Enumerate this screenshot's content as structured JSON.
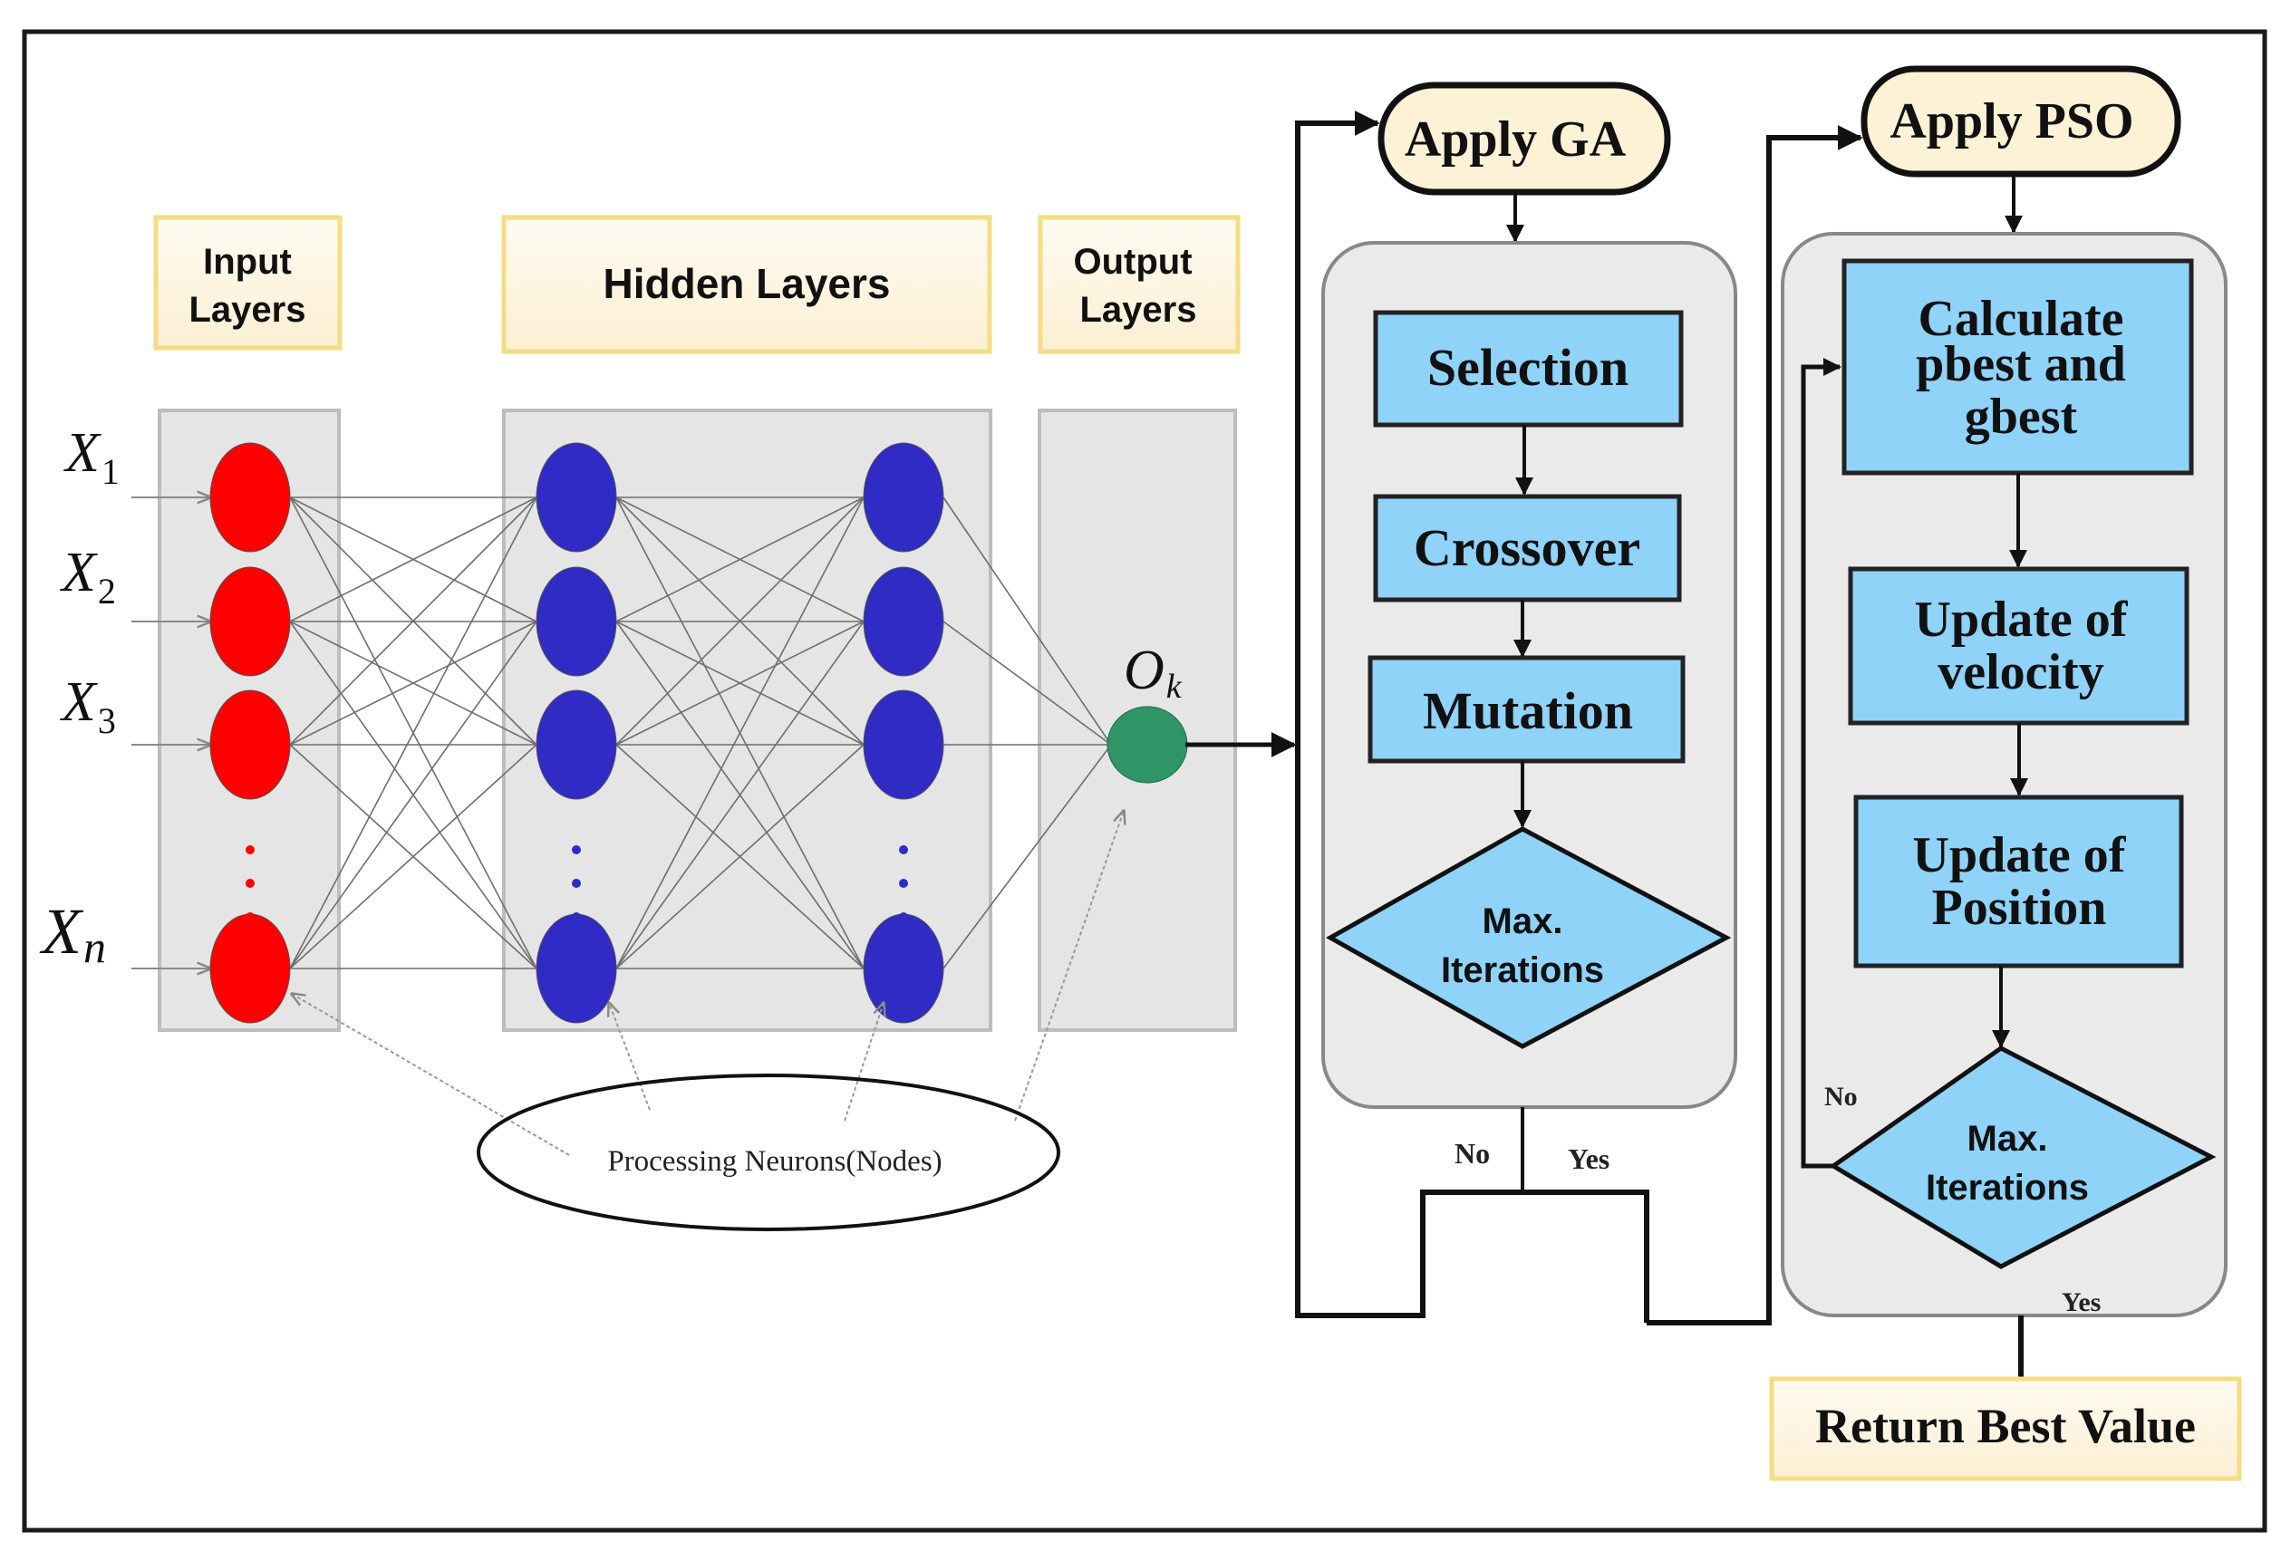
{
  "colors": {
    "frame": "#1a1a1a",
    "header_fill": "#fdf5e4",
    "header_border": "#f6dd85",
    "panel_fill": "#e5e5e5",
    "panel_border": "#bdbdbd",
    "input_neuron": "#fe0000",
    "hidden_neuron": "#2f2bc4",
    "output_neuron": "#2f9466",
    "process_fill": "#8fd3f9",
    "container_fill": "#eaeaea",
    "pill_fill": "#fdf1d6",
    "connector": "#7a7a7a",
    "flow_line": "#111111"
  },
  "neural_network": {
    "headers": {
      "input": [
        "Input",
        "Layers"
      ],
      "hidden": "Hidden Layers",
      "output": [
        "Output",
        "Layers"
      ]
    },
    "inputs": [
      {
        "base": "X",
        "sub": "1"
      },
      {
        "base": "X",
        "sub": "2"
      },
      {
        "base": "X",
        "sub": "3"
      },
      {
        "base": "X",
        "sub": "n"
      }
    ],
    "output_label": {
      "base": "O",
      "sub": "k"
    },
    "layers": [
      {
        "name": "input",
        "visible_neurons": 4,
        "ellipsis": true
      },
      {
        "name": "hidden-1",
        "visible_neurons": 4,
        "ellipsis": true
      },
      {
        "name": "hidden-2",
        "visible_neurons": 4,
        "ellipsis": true
      },
      {
        "name": "output",
        "visible_neurons": 1,
        "ellipsis": false
      }
    ],
    "annotation": "Processing Neurons(Nodes)"
  },
  "ga": {
    "start": "Apply GA",
    "steps": [
      "Selection",
      "Crossover",
      "Mutation"
    ],
    "decision": [
      "Max.",
      "Iterations"
    ],
    "no_label": "No",
    "yes_label": "Yes"
  },
  "pso": {
    "start": "Apply PSO",
    "steps": [
      [
        "Calculate",
        "pbest and",
        "gbest"
      ],
      [
        "Update of",
        "velocity"
      ],
      [
        "Update of",
        "Position"
      ]
    ],
    "decision": [
      "Max.",
      "Iterations"
    ],
    "no_label": "No",
    "yes_label": "Yes"
  },
  "result": "Return Best Value"
}
